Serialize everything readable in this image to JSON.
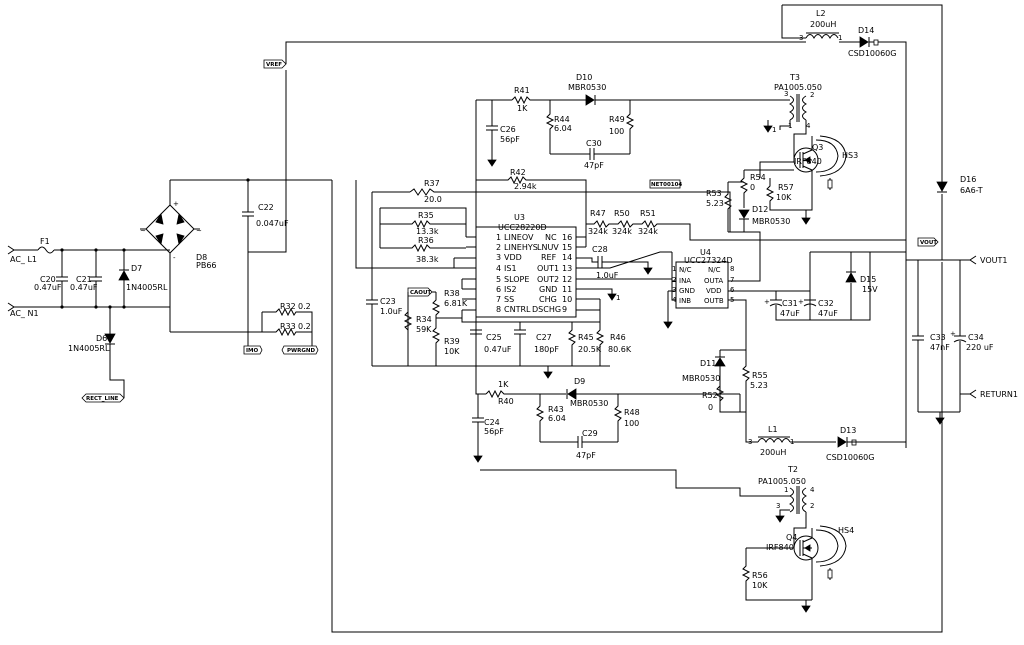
{
  "ports": {
    "ac_l1": "AC_ L1",
    "ac_n1": "AC_ N1",
    "vout1": "VOUT1",
    "return1": "RETURN1"
  },
  "net_flags": {
    "vref": "VREF",
    "imo": "IMO",
    "pwrgnd": "PWRGND",
    "rect_line": "RECT_LINE",
    "caout": "CAOUT",
    "vout": "VOUT",
    "net": "NET00104"
  },
  "components": {
    "F1": {
      "ref": "F1"
    },
    "C20": {
      "ref": "C20",
      "value": "0.47uF"
    },
    "C21": {
      "ref": "C21",
      "value": "0.47uF"
    },
    "D7": {
      "ref": "D7",
      "value": "1N4005RL"
    },
    "D6": {
      "ref": "D6",
      "value": "1N4005RL"
    },
    "D8": {
      "ref": "D8",
      "value": "PB66"
    },
    "C22": {
      "ref": "C22",
      "value": "0.047uF"
    },
    "R32": {
      "ref": "R32",
      "value": "0.2"
    },
    "R33": {
      "ref": "R33",
      "value": "0.2"
    },
    "R37": {
      "ref": "R37",
      "value": "20.0"
    },
    "R35": {
      "ref": "R35",
      "value": "13.3k"
    },
    "R36": {
      "ref": "R36",
      "value": "38.3k"
    },
    "C23": {
      "ref": "C23",
      "value": "1.0uF"
    },
    "R34": {
      "ref": "R34",
      "value": "59K"
    },
    "R38": {
      "ref": "R38",
      "value": "6.81K"
    },
    "R39": {
      "ref": "R39",
      "value": "10K"
    },
    "C25": {
      "ref": "C25",
      "value": "0.47uF"
    },
    "C27": {
      "ref": "C27",
      "value": "180pF"
    },
    "R45": {
      "ref": "R45",
      "value": "20.5K"
    },
    "R46": {
      "ref": "R46",
      "value": "80.6K"
    },
    "R41": {
      "ref": "R41",
      "value": "1K"
    },
    "C26": {
      "ref": "C26",
      "value": "56pF"
    },
    "R44": {
      "ref": "R44",
      "value": "6.04"
    },
    "D10": {
      "ref": "D10",
      "value": "MBR0530"
    },
    "R49": {
      "ref": "R49",
      "value": "100"
    },
    "C30": {
      "ref": "C30",
      "value": "47pF"
    },
    "R42": {
      "ref": "R42",
      "value": "2.94k"
    },
    "R47": {
      "ref": "R47",
      "value": "324k"
    },
    "R50": {
      "ref": "R50",
      "value": "324k"
    },
    "R51": {
      "ref": "R51",
      "value": "324k"
    },
    "C28": {
      "ref": "C28",
      "value": "1.0uF"
    },
    "R40": {
      "ref": "R40",
      "value": "1K"
    },
    "C24": {
      "ref": "C24",
      "value": "56pF"
    },
    "R43": {
      "ref": "R43",
      "value": "6.04"
    },
    "D9": {
      "ref": "D9",
      "value": "MBR0530"
    },
    "R48": {
      "ref": "R48",
      "value": "100"
    },
    "C29": {
      "ref": "C29",
      "value": "47pF"
    },
    "L2": {
      "ref": "L2",
      "value": "200uH"
    },
    "D14": {
      "ref": "D14",
      "value": "CSD10060G"
    },
    "T3": {
      "ref": "T3",
      "value": "PA1005.050"
    },
    "Q3": {
      "ref": "Q3",
      "value": "IRF840"
    },
    "HS3": {
      "ref": "HS3"
    },
    "R54": {
      "ref": "R54",
      "value": "0"
    },
    "R57": {
      "ref": "R57",
      "value": "10K"
    },
    "R53": {
      "ref": "R53",
      "value": "5.23"
    },
    "D12": {
      "ref": "D12",
      "value": "MBR0530"
    },
    "D15": {
      "ref": "D15",
      "value": "15V"
    },
    "C31": {
      "ref": "C31",
      "value": "47uF"
    },
    "C32": {
      "ref": "C32",
      "value": "47uF"
    },
    "D11": {
      "ref": "D11",
      "value": "MBR0530"
    },
    "R55": {
      "ref": "R55",
      "value": "5.23"
    },
    "R52": {
      "ref": "R52",
      "value": "0"
    },
    "L1": {
      "ref": "L1",
      "value": "200uH"
    },
    "D13": {
      "ref": "D13",
      "value": "CSD10060G"
    },
    "T2": {
      "ref": "T2",
      "value": "PA1005.050"
    },
    "Q4": {
      "ref": "Q4",
      "value": "IRF840"
    },
    "HS4": {
      "ref": "HS4"
    },
    "R56": {
      "ref": "R56",
      "value": "10K"
    },
    "D16": {
      "ref": "D16",
      "value": "6A6-T"
    },
    "C33": {
      "ref": "C33",
      "value": "47nF"
    },
    "C34": {
      "ref": "C34",
      "value": "220 uF"
    }
  },
  "u3": {
    "ref": "U3",
    "part": "UCC28220D",
    "pins_left": [
      {
        "num": "1",
        "name": "LINEOV"
      },
      {
        "num": "2",
        "name": "LINEHYS"
      },
      {
        "num": "3",
        "name": "VDD"
      },
      {
        "num": "4",
        "name": "IS1"
      },
      {
        "num": "5",
        "name": "SLOPE"
      },
      {
        "num": "6",
        "name": "IS2"
      },
      {
        "num": "7",
        "name": "SS"
      },
      {
        "num": "8",
        "name": "CNTRL"
      }
    ],
    "pins_right": [
      {
        "num": "16",
        "name": "NC"
      },
      {
        "num": "15",
        "name": "LNUV"
      },
      {
        "num": "14",
        "name": "REF"
      },
      {
        "num": "13",
        "name": "OUT1"
      },
      {
        "num": "12",
        "name": "OUT2"
      },
      {
        "num": "11",
        "name": "GND"
      },
      {
        "num": "10",
        "name": "CHG"
      },
      {
        "num": "9",
        "name": "DSCHG"
      }
    ]
  },
  "u4": {
    "ref": "U4",
    "part": "UCC27324D",
    "pins_left": [
      {
        "num": "1",
        "name": "N/C"
      },
      {
        "num": "2",
        "name": "INA"
      },
      {
        "num": "3",
        "name": "GND"
      },
      {
        "num": "4",
        "name": "INB"
      }
    ],
    "pins_right": [
      {
        "num": "8",
        "name": "N/C"
      },
      {
        "num": "7",
        "name": "OUTA"
      },
      {
        "num": "6",
        "name": "VDD"
      },
      {
        "num": "5",
        "name": "OUTB"
      }
    ]
  },
  "transformer_pins": {
    "L2": [
      "3",
      "1"
    ],
    "L1": [
      "3",
      "1"
    ],
    "T3": [
      "3",
      "2",
      "1",
      "4"
    ],
    "T2": [
      "1",
      "4",
      "3",
      "2"
    ]
  },
  "ground_labels": [
    "1"
  ]
}
